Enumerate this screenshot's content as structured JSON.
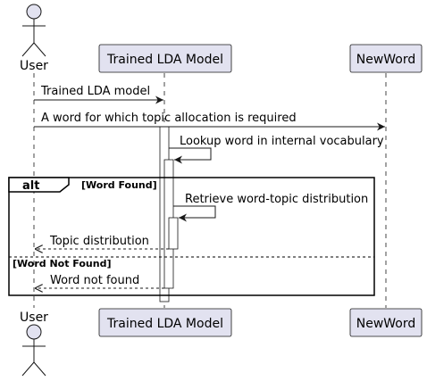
{
  "participants": {
    "user": "User",
    "model": "Trained LDA Model",
    "newword": "NewWord"
  },
  "messages": {
    "m1": "Trained LDA model",
    "m2": "A word for which topic allocation is required",
    "m3": "Lookup word in internal vocabulary",
    "m4": "Retrieve word-topic distribution",
    "m5": "Topic distribution",
    "m6": "Word not found"
  },
  "fragment": {
    "keyword": "alt",
    "guard_found": "[Word Found]",
    "guard_not_found": "[Word Not Found]"
  },
  "colors": {
    "participant_fill": "#E2E2F0",
    "participant_border": "#181818",
    "lifeline": "#181818",
    "activation_fill": "#FFFFFF"
  }
}
